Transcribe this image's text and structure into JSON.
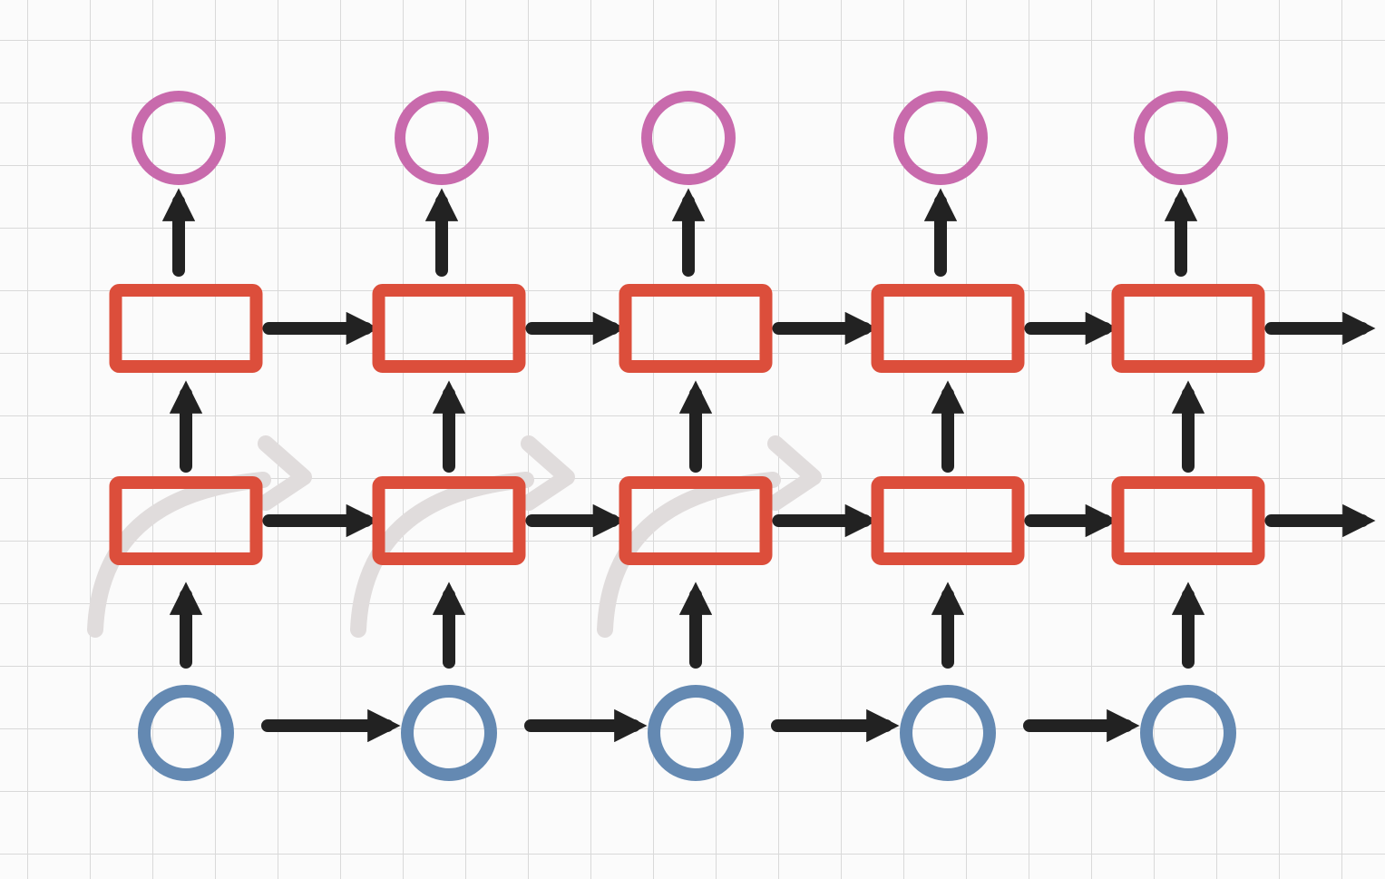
{
  "diagram": {
    "columns": 5,
    "colors": {
      "background": "#fbfbfb",
      "grid": "#d9d9d9",
      "input_node": "#6489b2",
      "hidden_cell": "#dc4e3b",
      "output_node": "#c86aac",
      "arrow": "#222222",
      "faint_arrow": "#e0dcdc"
    },
    "shapes": {
      "input": "circle",
      "hidden": "rectangle",
      "output": "circle"
    },
    "layers": [
      "input",
      "hidden-1",
      "hidden-2",
      "output"
    ]
  }
}
